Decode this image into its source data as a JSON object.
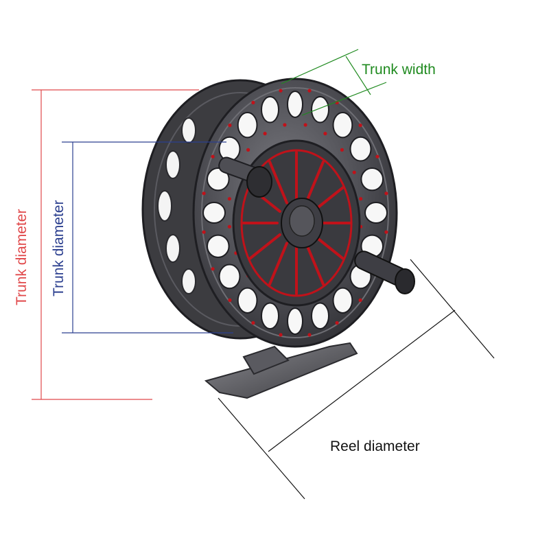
{
  "labels": {
    "trunk_width": "Trunk width",
    "trunk_diameter_outer": "Trunk diameter",
    "trunk_diameter_inner": "Trunk diameter",
    "reel_diameter": "Reel diameter"
  },
  "colors": {
    "trunk_width": "#1f8a1f",
    "trunk_diameter_outer": "#e0484a",
    "trunk_diameter_inner": "#2b3f8f",
    "reel_diameter": "#111111",
    "reel_body": "#4a4a4f",
    "reel_accent": "#c0121a"
  }
}
